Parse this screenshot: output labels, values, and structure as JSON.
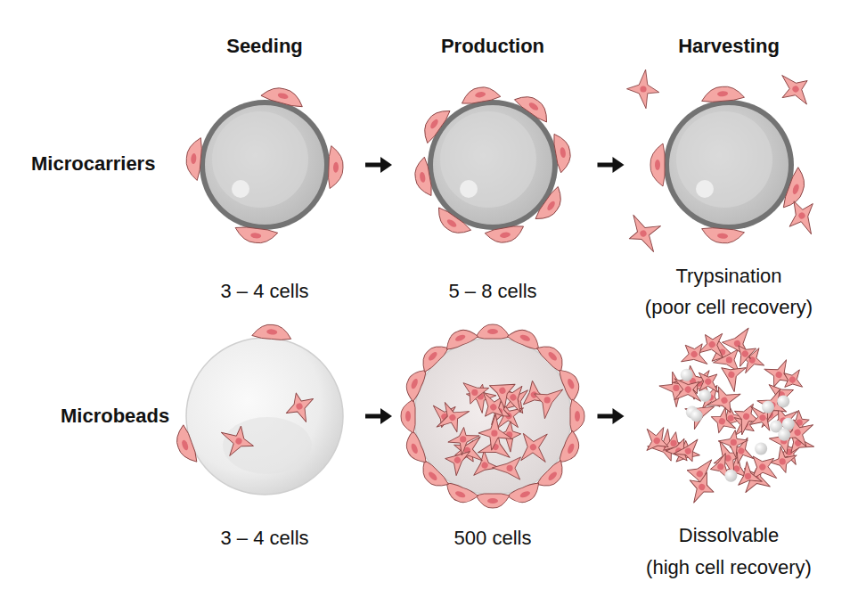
{
  "diagram": {
    "nodes": [
      {
        "text": [
          "3 – 4 cells"
        ]
      },
      {
        "text": [
          "5 – 8 cells"
        ]
      },
      {
        "text": [
          "Trypsination (poor cell recovery)"
        ]
      },
      {
        "text": [
          "3 – 4 cells"
        ]
      },
      {
        "text": [
          "500 cells"
        ]
      },
      {
        "text": [
          "Dissolvable (high cell recovery)"
        ]
      }
    ],
    "edges": [
      {
        "from": 0,
        "to": 1,
        "arrow": "to"
      },
      {
        "from": 1,
        "to": 2,
        "arrow": "to"
      },
      {
        "from": 3,
        "to": 4,
        "arrow": "to"
      },
      {
        "from": 4,
        "to": 5,
        "arrow": "to"
      }
    ],
    "labels": [
      "Seeding",
      "Production",
      "Harvesting",
      "Microcarriers",
      "Microbeads"
    ]
  }
}
